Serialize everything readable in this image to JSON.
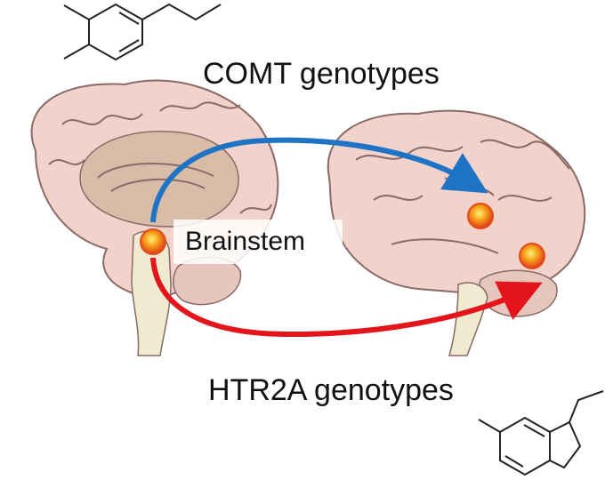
{
  "labels": {
    "top": "COMT genotypes",
    "brainstem": "Brainstem",
    "bottom": "HTR2A genotypes"
  },
  "colors": {
    "brain_fill": "#f1d3cb",
    "brain_stroke": "#8a6a66",
    "inner_fill": "#d9bca8",
    "stem_fill": "#f0ead0",
    "arrow_blue": "#1f73c4",
    "arrow_red": "#e4141b",
    "node_fill": "#f39c12"
  }
}
